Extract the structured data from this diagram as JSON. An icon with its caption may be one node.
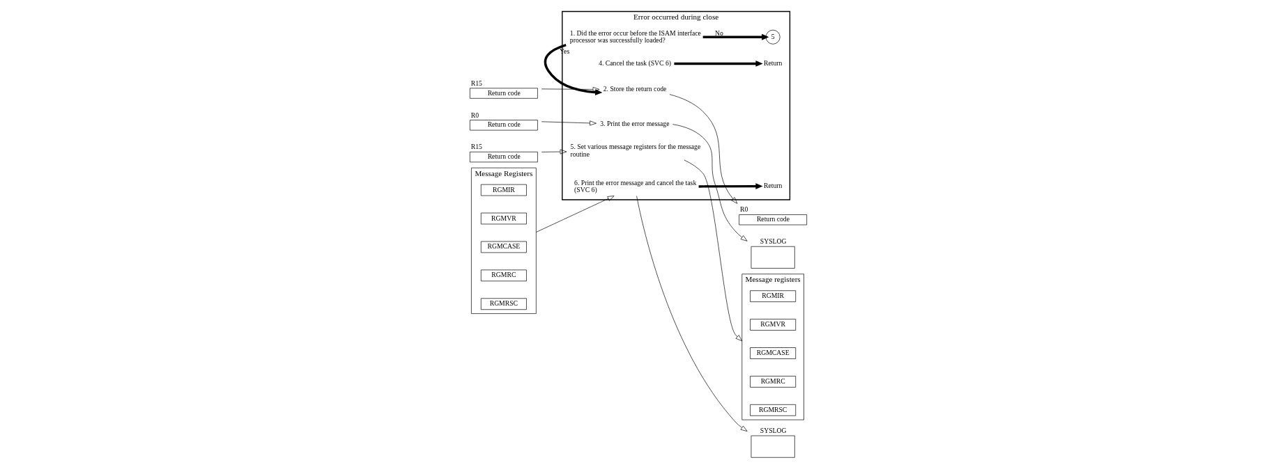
{
  "diagram": {
    "nodes": [
      {
        "text": [
          "Error occurred during close"
        ]
      },
      {
        "text": [
          "1. Did the error occur before the ISAM interface processor was successfully loaded?"
        ],
        "in": 0
      },
      {
        "text": [
          "5"
        ],
        "in": 0
      },
      {
        "text": [
          "2. Store the return code"
        ],
        "in": 0
      },
      {
        "text": [
          "3. Print the error message"
        ],
        "in": 0
      },
      {
        "text": [
          "4. Cancel the task (SVC 6)"
        ],
        "in": 0
      },
      {
        "text": [
          "Return"
        ],
        "in": 0
      },
      {
        "text": [
          "5. Set various message registers for the message routine"
        ],
        "in": 0
      },
      {
        "text": [
          "6. Print the error message and cancel the task (SVC 6)"
        ],
        "in": 0
      },
      {
        "text": [
          "Return"
        ],
        "in": 0
      },
      {
        "text": [
          "Return code"
        ],
        "beside": [
          "R15"
        ]
      },
      {
        "text": [
          "Return code"
        ],
        "beside": [
          "R0"
        ]
      },
      {
        "text": [
          "Return code"
        ],
        "beside": [
          "R15"
        ]
      },
      {
        "text": [
          "Message Registers"
        ]
      },
      {
        "text": [
          "RGMIR"
        ],
        "in": 13
      },
      {
        "text": [
          "RGMVR"
        ],
        "in": 13
      },
      {
        "text": [
          "RGMCASE"
        ],
        "in": 13
      },
      {
        "text": [
          "RGMRC"
        ],
        "in": 13
      },
      {
        "text": [
          "RGMRSC"
        ],
        "in": 13
      },
      {
        "text": [
          "Return code"
        ],
        "beside": [
          "R0"
        ]
      },
      {
        "text": [
          "SYSLOG"
        ]
      },
      {
        "text": [
          "Message registers"
        ]
      },
      {
        "text": [
          "RGMIR"
        ],
        "in": 21
      },
      {
        "text": [
          "RGMVR"
        ],
        "in": 21
      },
      {
        "text": [
          "RGMCASE"
        ],
        "in": 21
      },
      {
        "text": [
          "RGMRC"
        ],
        "in": 21
      },
      {
        "text": [
          "RGMRSC"
        ],
        "in": 21
      },
      {
        "text": [
          "SYSLOG"
        ]
      }
    ],
    "edges": [
      {
        "from": 1,
        "to": 3,
        "arrow": "to",
        "label": "Yes",
        "style": "thick"
      },
      {
        "from": 1,
        "to": 2,
        "arrow": "to",
        "label": "No",
        "style": "thick"
      },
      {
        "from": 10,
        "to": 3,
        "arrow": "to"
      },
      {
        "from": 3,
        "to": 19,
        "arrow": "to"
      },
      {
        "from": 11,
        "to": 4,
        "arrow": "to"
      },
      {
        "from": 4,
        "to": 20,
        "arrow": "to"
      },
      {
        "from": 5,
        "to": 6,
        "arrow": "to",
        "style": "thick"
      },
      {
        "from": 12,
        "to": 7,
        "arrow": "to"
      },
      {
        "from": 7,
        "to": 21,
        "arrow": "to"
      },
      {
        "from": 13,
        "to": 8,
        "arrow": "to"
      },
      {
        "from": 8,
        "to": 27,
        "arrow": "to"
      },
      {
        "from": 8,
        "to": 9,
        "arrow": "to",
        "style": "thick"
      }
    ]
  }
}
